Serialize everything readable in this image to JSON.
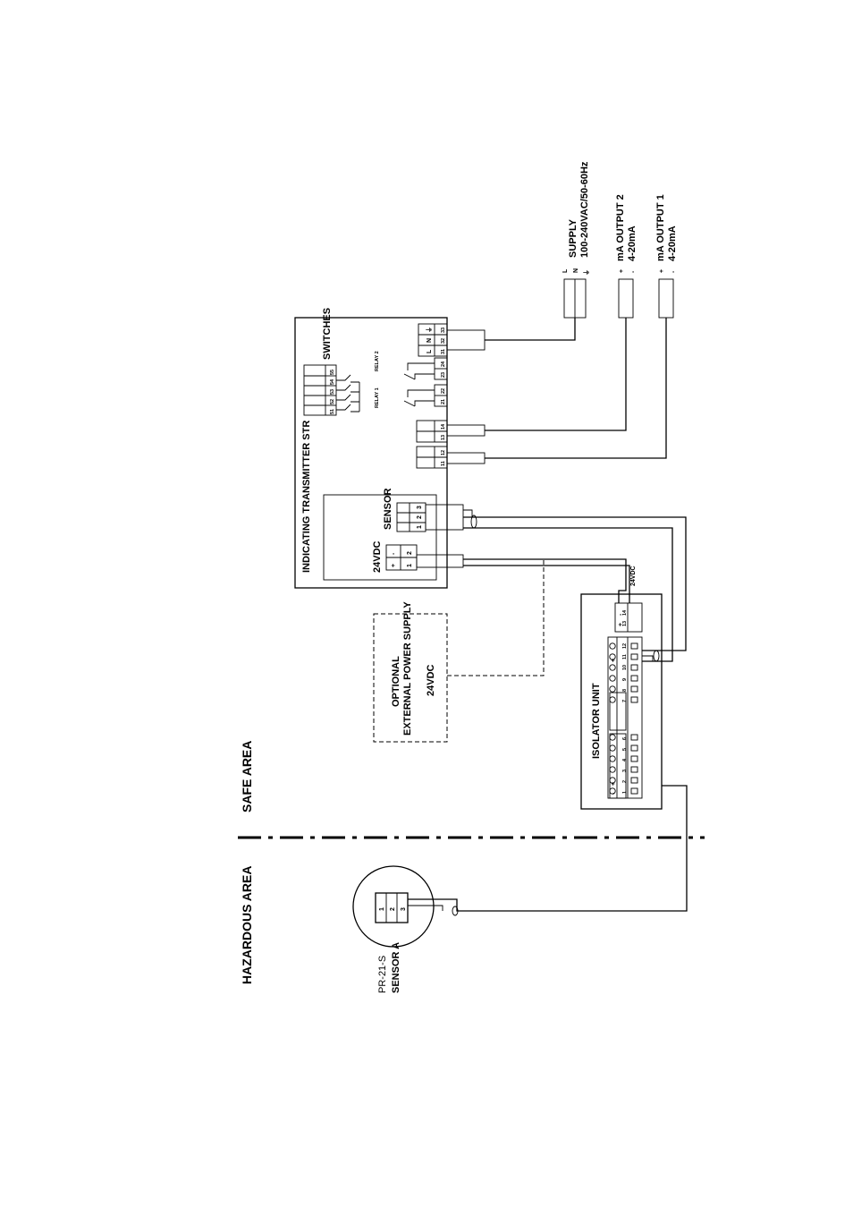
{
  "areas": {
    "hazardous": "HAZARDOUS AREA",
    "safe": "SAFE AREA"
  },
  "sensor": {
    "model": "PR-21-S",
    "name": "SENSOR A",
    "terminals": [
      "1",
      "2",
      "3"
    ]
  },
  "isolator": {
    "title": "ISOLATOR UNIT",
    "terminals_left": [
      "1",
      "2",
      "3",
      "4",
      "5",
      "6"
    ],
    "terminals_right": [
      "7",
      "8",
      "9",
      "10",
      "11",
      "12"
    ],
    "terminals_power": [
      "13",
      "14"
    ],
    "power_marks": [
      "+",
      "-"
    ],
    "polarity": [
      "-",
      "+"
    ],
    "ground": "+",
    "supply_label": "24VDC"
  },
  "external_supply": {
    "line1": "OPTIONAL",
    "line2": "EXTERNAL POWER SUPPLY",
    "line3": "24VDC"
  },
  "transmitter": {
    "title": "INDICATING TRANSMITTER STR",
    "power_block": {
      "label": "24VDC",
      "marks": [
        "+",
        "-"
      ],
      "terminals": [
        "1",
        "2"
      ]
    },
    "sensor_block": {
      "label": "SENSOR",
      "terminals": [
        "1",
        "2",
        "3"
      ]
    },
    "out1_terminals": [
      "11",
      "12"
    ],
    "out2_terminals": [
      "13",
      "14"
    ],
    "relay1": {
      "label": "RELAY 1",
      "terminals": [
        "21",
        "22"
      ]
    },
    "relay2": {
      "label": "RELAY 2",
      "terminals": [
        "23",
        "24"
      ]
    },
    "mains_terminals": [
      "31",
      "32",
      "33"
    ],
    "mains_marks": [
      "L",
      "N",
      "⏚"
    ],
    "switches": {
      "label": "SWITCHES",
      "terminals": [
        "51",
        "52",
        "53",
        "54",
        "55"
      ]
    }
  },
  "supply": {
    "line1": "SUPPLY",
    "line2": "100-240VAC/50-60Hz",
    "marks": [
      "L",
      "N",
      "⏚"
    ]
  },
  "output2": {
    "line1": "mA OUTPUT 2",
    "line2": "4-20mA",
    "marks": [
      "+",
      "-"
    ]
  },
  "output1": {
    "line1": "mA OUTPUT 1",
    "line2": "4-20mA",
    "marks": [
      "+",
      "-"
    ]
  }
}
